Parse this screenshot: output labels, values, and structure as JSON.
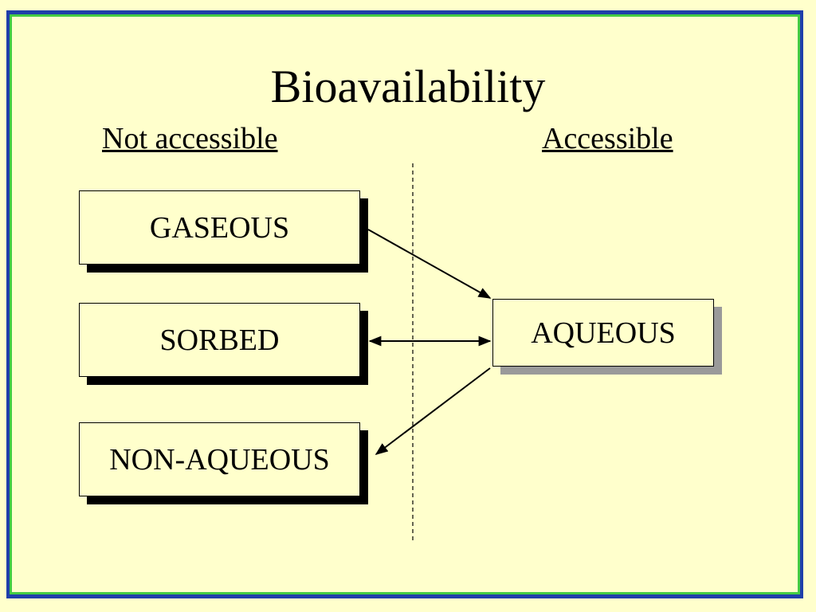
{
  "slide": {
    "title": "Bioavailability",
    "left_heading": "Not accessible",
    "right_heading": "Accessible"
  },
  "boxes": {
    "gaseous": "GASEOUS",
    "sorbed": "SORBED",
    "non_aqueous": "NON-AQUEOUS",
    "aqueous": "AQUEOUS"
  },
  "colors": {
    "background": "#ffffcc",
    "frame_blue": "#1f3faa",
    "frame_green": "#44cc44"
  }
}
